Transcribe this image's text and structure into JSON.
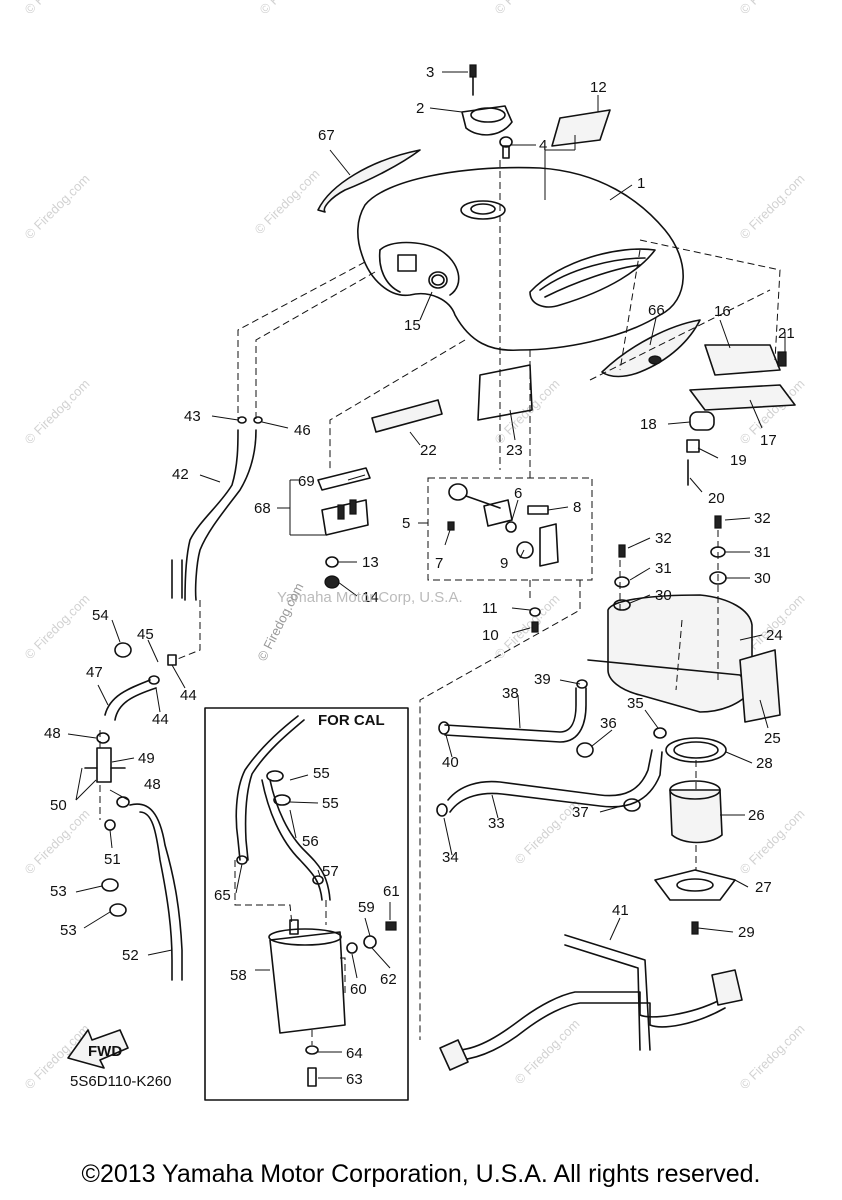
{
  "diagram": {
    "part_code": "5S6D110-K260",
    "cal_box_title": "FOR CAL",
    "fwd_label": "FWD",
    "corp_watermark": "Yamaha Motor Corp, U.S.A.",
    "watermark": "© Firedog.com",
    "copyright": "©2013 Yamaha Motor Corporation, U.S.A. All rights reserved.",
    "callouts": [
      "1",
      "2",
      "3",
      "4",
      "5",
      "6",
      "7",
      "8",
      "9",
      "10",
      "11",
      "12",
      "13",
      "14",
      "15",
      "16",
      "17",
      "18",
      "19",
      "20",
      "21",
      "22",
      "23",
      "24",
      "25",
      "26",
      "27",
      "28",
      "29",
      "30",
      "30",
      "31",
      "31",
      "32",
      "32",
      "33",
      "34",
      "35",
      "36",
      "37",
      "38",
      "39",
      "40",
      "41",
      "42",
      "43",
      "44",
      "44",
      "45",
      "46",
      "47",
      "48",
      "48",
      "49",
      "50",
      "51",
      "52",
      "53",
      "53",
      "54",
      "55",
      "55",
      "56",
      "57",
      "58",
      "59",
      "60",
      "61",
      "62",
      "63",
      "64",
      "65",
      "66",
      "67",
      "68",
      "69"
    ]
  }
}
